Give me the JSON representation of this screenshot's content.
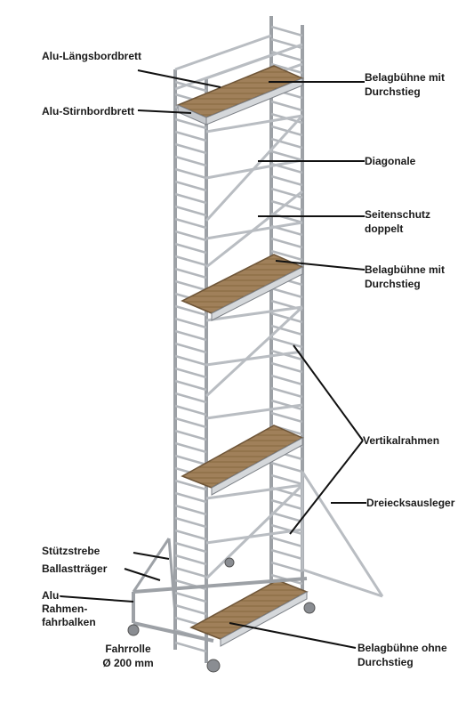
{
  "labels": {
    "alu_laengsbordbrett": "Alu-Längsbordbrett",
    "alu_stirnbordbrett": "Alu-Stirnbordbrett",
    "belag_top_1": "Belagbühne mit",
    "belag_top_2": "Durchstieg",
    "diagonale": "Diagonale",
    "seitenschutz_1": "Seitenschutz",
    "seitenschutz_2": "doppelt",
    "belag_mid_1": "Belagbühne mit",
    "belag_mid_2": "Durchstieg",
    "vertikalrahmen": "Vertikalrahmen",
    "dreiecksausleger": "Dreiecksausleger",
    "stuetzstrebe": "Stützstrebe",
    "ballasttraeger": "Ballastträger",
    "rahmen_1": "Alu-",
    "rahmen_2": "Rahmen-",
    "rahmen_3": "fahrbalken",
    "fahrrolle_1": "Fahrrolle",
    "fahrrolle_2": "Ø 200 mm",
    "belag_bottom_1": "Belagbühne ohne",
    "belag_bottom_2": "Durchstieg"
  },
  "colors": {
    "metal": "#b9bdc2",
    "metal_dark": "#7d8187",
    "wood": "#a0805a",
    "wood_dark": "#6e5538",
    "leader": "#111111",
    "text": "#1a1a1a"
  }
}
